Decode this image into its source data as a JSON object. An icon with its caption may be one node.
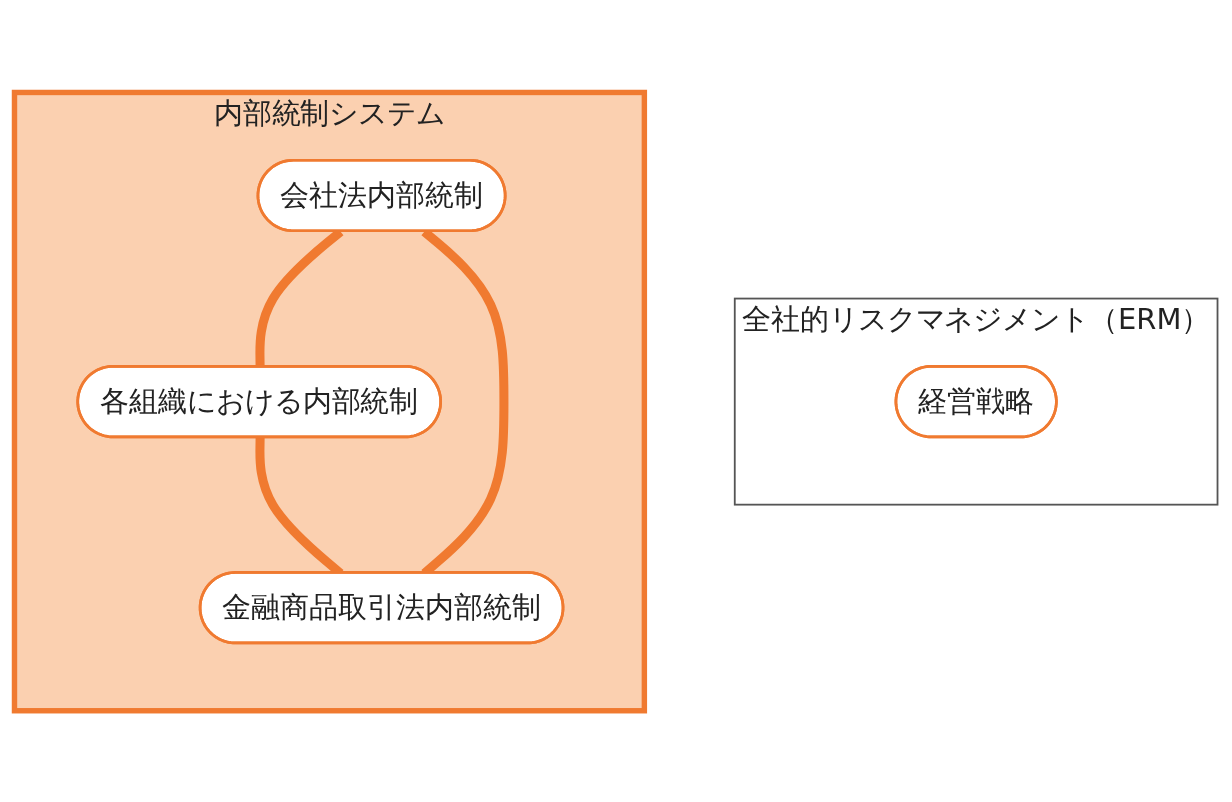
{
  "diagram": {
    "nodes": [
      {
        "text": [
          "全社的リスクマネジメント（ERM）"
        ]
      },
      {
        "text": [
          "経営戦略"
        ],
        "in": 0
      },
      {
        "text": [
          "内部統制システム"
        ]
      },
      {
        "text": [
          "会社法内部統制"
        ],
        "in": 2
      },
      {
        "text": [
          "各組織における内部統制"
        ],
        "in": 2
      },
      {
        "text": [
          "金融商品取引法内部統制"
        ],
        "in": 2
      }
    ],
    "edges": [
      {
        "from": 3,
        "to": 4,
        "arrow": "none"
      },
      {
        "from": 4,
        "to": 5,
        "arrow": "none"
      },
      {
        "from": 3,
        "to": 5,
        "arrow": "none"
      }
    ]
  }
}
